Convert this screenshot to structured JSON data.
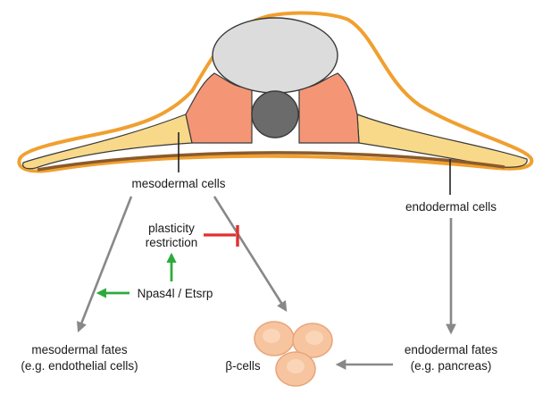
{
  "labels": {
    "mesodermal_cells": "mesodermal cells",
    "endodermal_cells": "endodermal cells",
    "plasticity_line1": "plasticity",
    "plasticity_line2": "restriction",
    "npas4l": "Npas4l / Etsrp",
    "mesodermal_fates_line1": "mesodermal fates",
    "mesodermal_fates_line2": "(e.g. endothelial cells)",
    "beta_cells": "β-cells",
    "endodermal_fates_line1": "endodermal fates",
    "endodermal_fates_line2": "(e.g. pancreas)"
  },
  "colors": {
    "outline_orange": "#f0a030",
    "yellow_tissue": "#f8d98a",
    "salmon_tissue": "#f49676",
    "light_gray": "#dcdcdc",
    "dark_gray": "#6b6b6b",
    "brown_base": "#8b5a2b",
    "arrow_gray": "#888888",
    "arrow_green": "#2eaa3c",
    "inhibit_red": "#e03030",
    "beta_cell_fill": "#f7c4a0",
    "beta_cell_stroke": "#e8a679"
  }
}
